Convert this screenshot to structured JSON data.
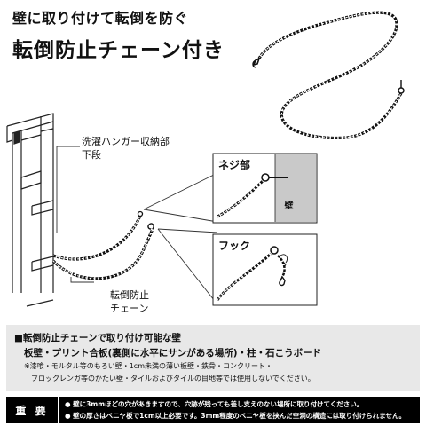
{
  "header": {
    "subtitle": "壁に取り付けて転倒を防ぐ",
    "title": "転倒防止チェーン付き"
  },
  "diagram": {
    "label_hanger_line1": "洗濯ハンガー収納部",
    "label_hanger_line2": "下段",
    "label_chain_line1": "転倒防止",
    "label_chain_line2": "チェーン",
    "inset_screw": "ネジ部",
    "inset_wall": "壁",
    "inset_hook": "フック"
  },
  "info": {
    "heading": "■転倒防止チェーンで取り付け可能な壁",
    "walls": "板壁・プリント合板(裏側に水平にサンがある場所)・柱・石こうボード",
    "note_line1": "※漆喰・モルタル等のもろい壁・1cm未満の薄い板壁・鉄骨・コンクリート・",
    "note_line2": "ブロックレンガ等のかたい壁・タイルおよびタイルの目地等では使用しないでください。"
  },
  "important": {
    "tag": "重 要",
    "warning1": "● 壁に3mmほどの穴があきますので、穴跡が残っても差し支えのない場所に取り付けてください。",
    "warning2": "● 壁の厚さはベニヤ板で1cm以上必要です。3mm程度のベニヤ板を挟んだ空洞の構造には取り付けられません。"
  }
}
